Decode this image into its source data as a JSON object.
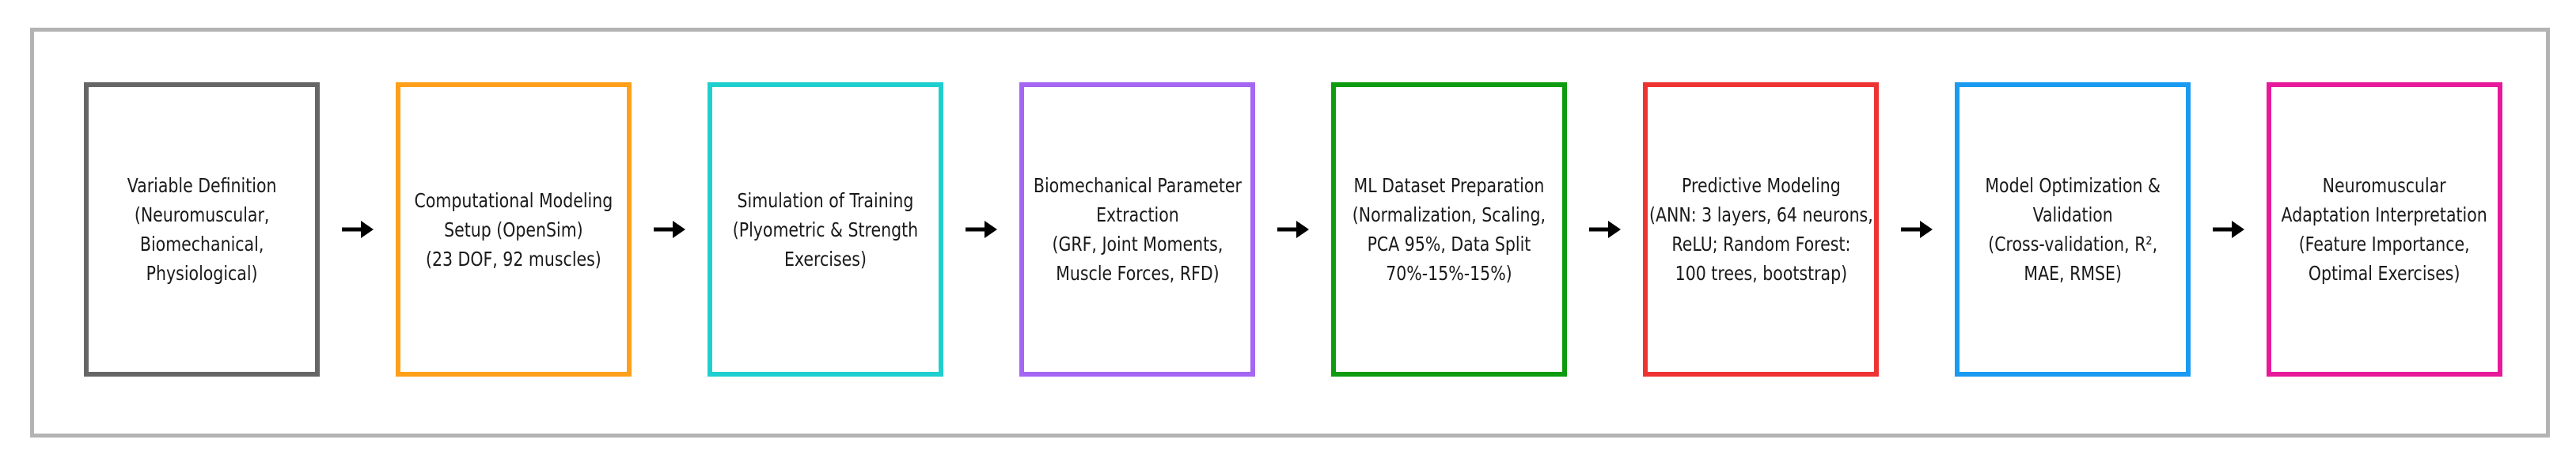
{
  "steps": [
    {
      "lines": [
        "Variable Definition",
        "(Neuromuscular,",
        "Biomechanical,",
        "Physiological)"
      ],
      "color": "#666666"
    },
    {
      "lines": [
        "Computational Modeling",
        "Setup (OpenSim)",
        "(23 DOF, 92 muscles)"
      ],
      "color": "#ff9f1a"
    },
    {
      "lines": [
        "Simulation of Training",
        "(Plyometric & Strength",
        "Exercises)"
      ],
      "color": "#1fcfcf"
    },
    {
      "lines": [
        "Biomechanical Parameter",
        "Extraction",
        "(GRF, Joint Moments,",
        "Muscle Forces, RFD)"
      ],
      "color": "#a566f2"
    },
    {
      "lines": [
        "ML Dataset Preparation",
        "(Normalization, Scaling,",
        "PCA 95%, Data Split",
        "70%-15%-15%)"
      ],
      "color": "#0f9b0f"
    },
    {
      "lines": [
        "Predictive Modeling",
        "(ANN: 3 layers, 64 neurons,",
        "ReLU; Random Forest:",
        "100 trees, bootstrap)"
      ],
      "color": "#ee3333"
    },
    {
      "lines": [
        "Model Optimization &",
        "Validation",
        "(Cross-validation, R²,",
        "MAE, RMSE)"
      ],
      "color": "#1a9af0"
    },
    {
      "lines": [
        "Neuromuscular",
        "Adaptation Interpretation",
        "(Feature Importance,",
        "Optimal Exercises)"
      ],
      "color": "#e61a9a"
    }
  ],
  "arrow_glyph": "→"
}
